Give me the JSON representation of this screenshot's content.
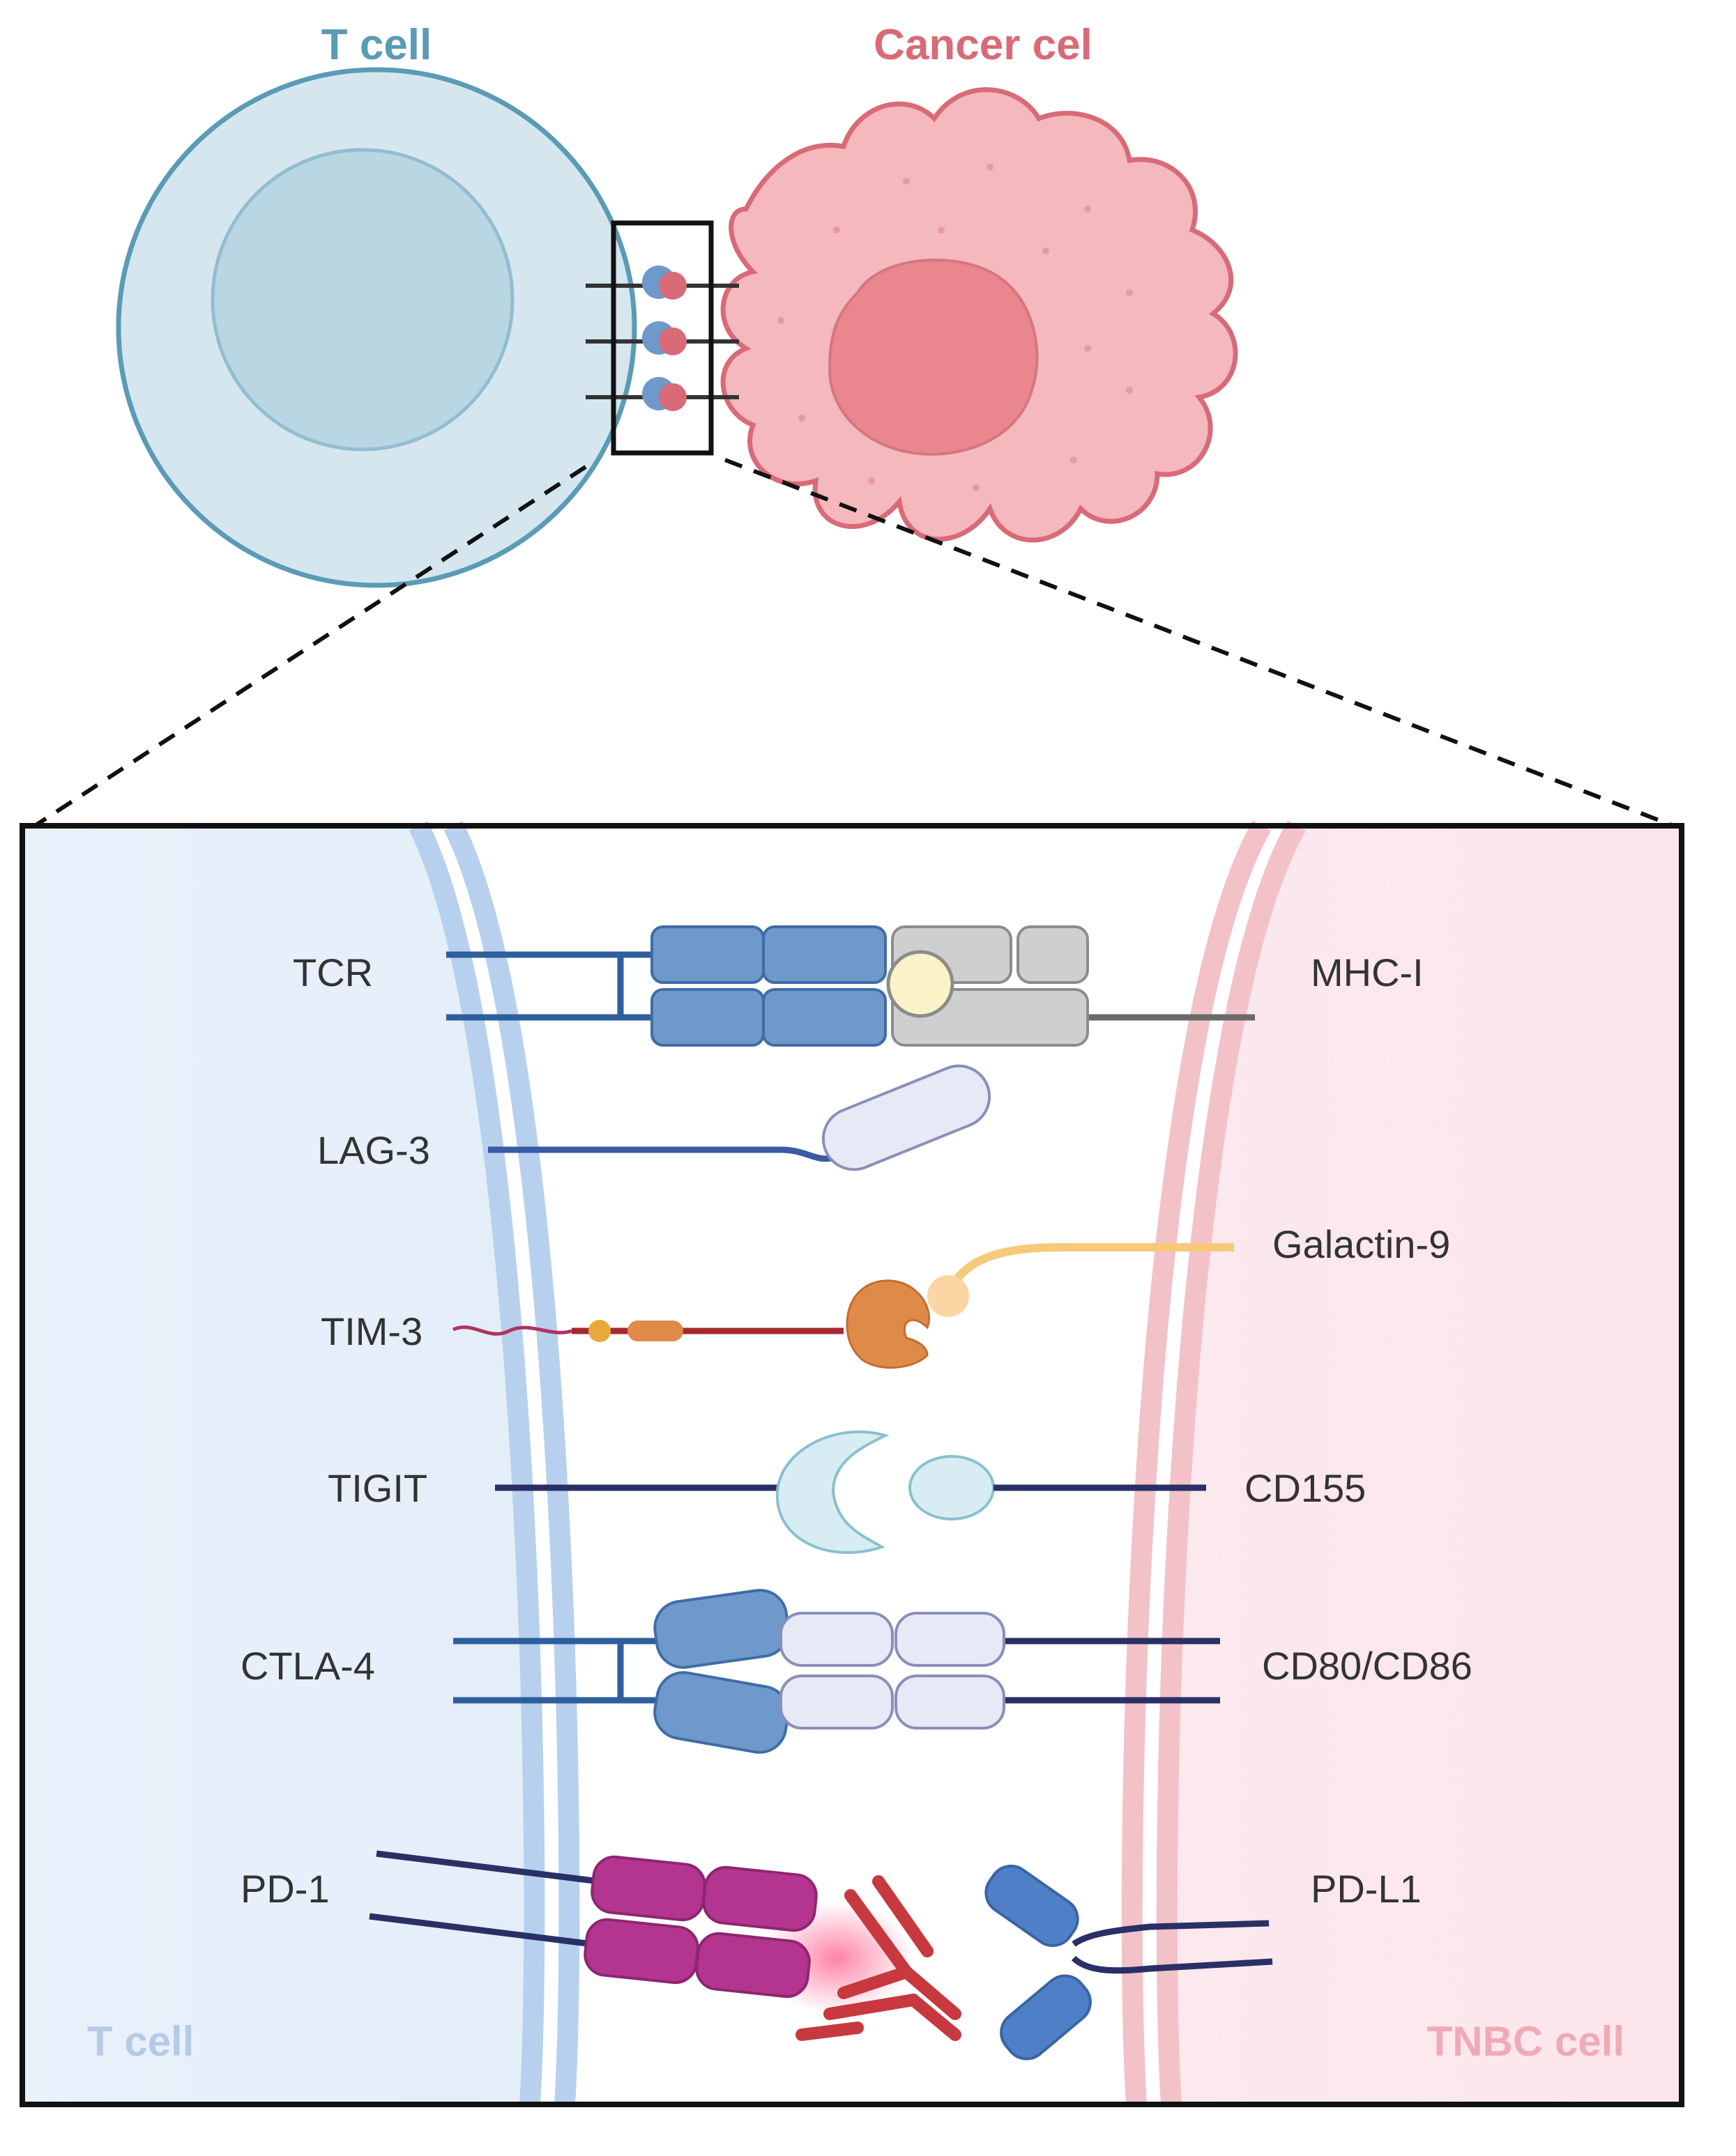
{
  "top": {
    "t_cell_title": "T cell",
    "cancer_cell_title": "Cancer cel"
  },
  "panel": {
    "left_corner": "T cell",
    "right_corner": "TNBC cell"
  },
  "pairs": [
    {
      "left": "TCR",
      "right": "MHC-I"
    },
    {
      "left": "LAG-3",
      "right": ""
    },
    {
      "left": "TIM-3",
      "right": "Galactin-9"
    },
    {
      "left": "TIGIT",
      "right": "CD155"
    },
    {
      "left": "CTLA-4",
      "right": "CD80/CD86"
    },
    {
      "left": "PD-1",
      "right": "PD-L1"
    }
  ],
  "colors": {
    "t_cell_blue": "#5b9bb5",
    "cancer_pink": "#d96a77",
    "receptor_blue": "#6f98cb",
    "ligand_gray": "#cfcfcf",
    "pd1_magenta": "#b4358f",
    "antibody_red": "#c8383f",
    "tim3_orange": "#e08a4a"
  }
}
